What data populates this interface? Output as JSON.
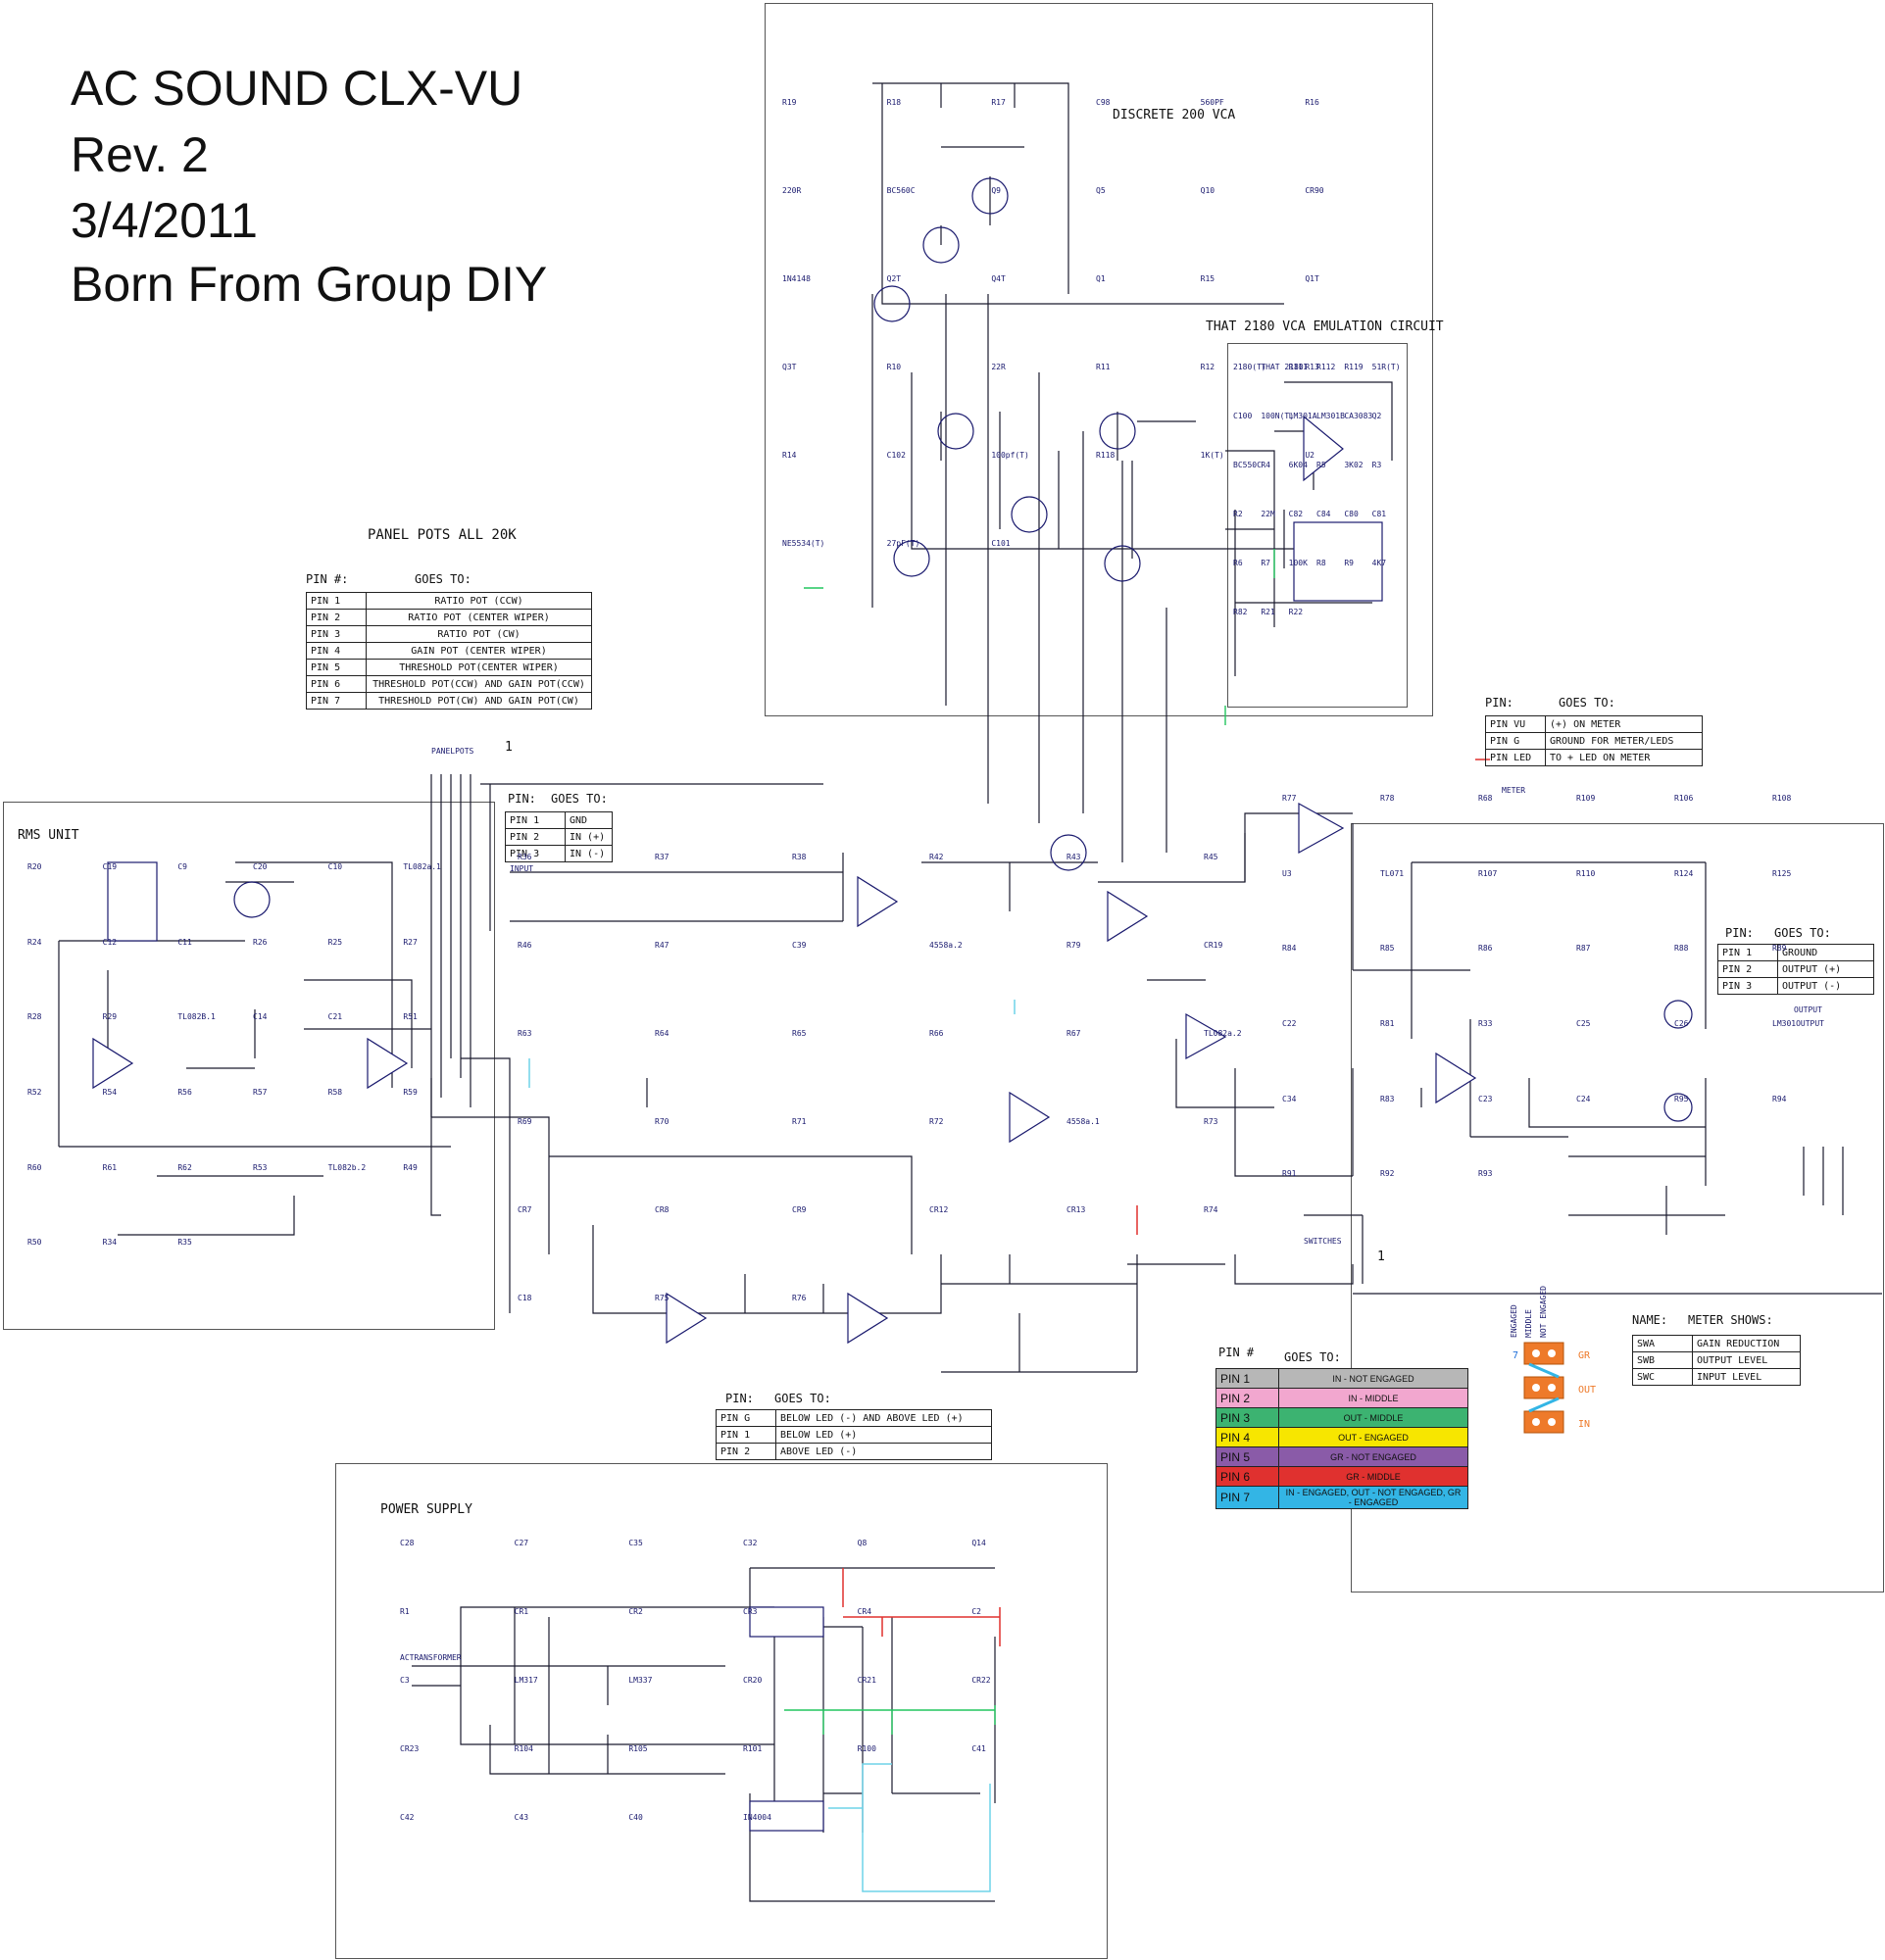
{
  "title": {
    "line1": "AC SOUND CLX-VU",
    "line2": "Rev. 2",
    "line3": "3/4/2011",
    "line4": "Born From Group DIY"
  },
  "sections": {
    "discrete_vca": "DISCRETE 200 VCA",
    "that2180": "THAT 2180 VCA EMULATION CIRCUIT",
    "panel_pots": "PANEL POTS ALL 20K",
    "rms_unit": "RMS UNIT",
    "power_supply": "POWER SUPPLY",
    "panelpots_conn": "PANELPOTS",
    "switches_conn": "SWITCHES",
    "input_conn": "INPUT",
    "output_conn": "OUTPUT",
    "meter_conn": "METER",
    "transformer": "ACTRANSFORMER",
    "pin_one": "1"
  },
  "panel_pots_table": {
    "h1": "PIN #:",
    "h2": "GOES TO:",
    "rows": [
      [
        "PIN 1",
        "RATIO POT (CCW)"
      ],
      [
        "PIN 2",
        "RATIO POT (CENTER WIPER)"
      ],
      [
        "PIN 3",
        "RATIO POT (CW)"
      ],
      [
        "PIN 4",
        "GAIN POT (CENTER WIPER)"
      ],
      [
        "PIN 5",
        "THRESHOLD POT(CENTER WIPER)"
      ],
      [
        "PIN 6",
        "THRESHOLD POT(CCW) AND GAIN POT(CCW)"
      ],
      [
        "PIN 7",
        "THRESHOLD POT(CW) AND  GAIN POT(CW)"
      ]
    ]
  },
  "input_table": {
    "h1": "PIN:",
    "h2": "GOES TO:",
    "rows": [
      [
        "PIN 1",
        "GND"
      ],
      [
        "PIN 2",
        "IN (+)"
      ],
      [
        "PIN 3",
        "IN (-)"
      ]
    ]
  },
  "meter_table": {
    "h1": "PIN:",
    "h2": "GOES TO:",
    "rows": [
      [
        "PIN VU",
        "(+) ON METER"
      ],
      [
        "PIN G",
        "GROUND FOR METER/LEDS"
      ],
      [
        "PIN LED",
        "TO + LED ON METER"
      ]
    ]
  },
  "output_table": {
    "h1": "PIN:",
    "h2": "GOES TO:",
    "rows": [
      [
        "PIN 1",
        "GROUND"
      ],
      [
        "PIN 2",
        "OUTPUT (+)"
      ],
      [
        "PIN 3",
        "OUTPUT (-)"
      ]
    ]
  },
  "led_table": {
    "h1": "PIN:",
    "h2": "GOES TO:",
    "rows": [
      [
        "PIN G",
        "BELOW LED (-) AND ABOVE LED (+)"
      ],
      [
        "PIN 1",
        "BELOW LED (+)"
      ],
      [
        "PIN 2",
        "ABOVE LED (-)"
      ]
    ]
  },
  "meter_shows_table": {
    "h1": "NAME:",
    "h2": "METER SHOWS:",
    "rows": [
      [
        "SWA",
        "GAIN REDUCTION"
      ],
      [
        "SWB",
        "OUTPUT LEVEL"
      ],
      [
        "SWC",
        "INPUT LEVEL"
      ]
    ]
  },
  "switch_table": {
    "h1": "PIN #",
    "h2": "GOES TO:",
    "rows": [
      {
        "pin": "PIN 1",
        "to": "IN - NOT ENGAGED",
        "color": "#b7b7b7"
      },
      {
        "pin": "PIN 2",
        "to": "IN - MIDDLE",
        "color": "#f2a7cf"
      },
      {
        "pin": "PIN 3",
        "to": "OUT - MIDDLE",
        "color": "#3cb371"
      },
      {
        "pin": "PIN 4",
        "to": "OUT - ENGAGED",
        "color": "#f7e600"
      },
      {
        "pin": "PIN 5",
        "to": "GR - NOT ENGAGED",
        "color": "#8a5ba8"
      },
      {
        "pin": "PIN 6",
        "to": "GR - MIDDLE",
        "color": "#e0312f"
      },
      {
        "pin": "PIN 7",
        "to": "IN - ENGAGED, OUT - NOT ENGAGED, GR - ENGAGED",
        "color": "#33b5e5"
      }
    ]
  },
  "switch_diagram": {
    "top_labels": [
      "ENGAGED",
      "MIDDLE",
      "NOT ENGAGED"
    ],
    "pin7": "7",
    "rows": [
      "GR",
      "OUT",
      "IN"
    ]
  },
  "components": [
    "R19",
    "R18",
    "R17",
    "C98",
    "560PF",
    "R16",
    "220R",
    "BC560C",
    "Q9",
    "Q5",
    "Q10",
    "CR90",
    "1N4148",
    "Q2T",
    "Q4T",
    "Q1",
    "R15",
    "Q1T",
    "Q3T",
    "R10",
    "22R",
    "R11",
    "R12",
    "R13",
    "R14",
    "C102",
    "100pf(T)",
    "R118",
    "1K(T)",
    "U2",
    "NE5534(T)",
    "27pF(T)",
    "C101",
    "2180(T)",
    "THAT 2180",
    "R111",
    "R112",
    "R119",
    "51R(T)",
    "C100",
    "100N(T)",
    "LM301A",
    "LM301B",
    "CA3083",
    "Q2",
    "BC550C",
    "R4",
    "6K04",
    "R5",
    "3K02",
    "R3",
    "R2",
    "22M",
    "C82",
    "C84",
    "C80",
    "C81",
    "R6",
    "R7",
    "100K",
    "R8",
    "R9",
    "4K7",
    "R82",
    "R21",
    "R22",
    "R20",
    "C19",
    "C9",
    "C20",
    "C10",
    "TL082a.1",
    "R24",
    "C12",
    "C11",
    "R26",
    "R25",
    "R27",
    "R28",
    "R29",
    "TL082B.1",
    "C14",
    "C21",
    "R51",
    "R52",
    "R54",
    "R56",
    "R57",
    "R58",
    "R59",
    "R60",
    "R61",
    "R62",
    "R53",
    "TL082b.2",
    "R49",
    "R50",
    "R34",
    "R35",
    "R36",
    "R37",
    "R38",
    "R42",
    "R43",
    "R45",
    "R46",
    "R47",
    "C39",
    "4558a.2",
    "R79",
    "CR19",
    "R63",
    "R64",
    "R65",
    "R66",
    "R67",
    "TL082a.2",
    "R69",
    "R70",
    "R71",
    "R72",
    "4558a.1",
    "R73",
    "CR7",
    "CR8",
    "CR9",
    "CR12",
    "CR13",
    "R74",
    "C18",
    "R75",
    "R76",
    "R77",
    "R78",
    "R68",
    "R109",
    "R106",
    "R108",
    "U3",
    "TL071",
    "R107",
    "R110",
    "R124",
    "R125",
    "R84",
    "R85",
    "R86",
    "R87",
    "R88",
    "R89",
    "C22",
    "R81",
    "R33",
    "C25",
    "C26",
    "LM301OUTPUT",
    "C34",
    "R83",
    "C23",
    "C24",
    "R95",
    "R94",
    "R91",
    "R92",
    "R93",
    "C28",
    "C27",
    "C35",
    "C32",
    "Q8",
    "Q14",
    "R1",
    "CR1",
    "CR2",
    "CR3",
    "CR4",
    "C2",
    "C3",
    "LM317",
    "LM337",
    "CR20",
    "CR21",
    "CR22",
    "CR23",
    "R104",
    "R105",
    "R101",
    "R100",
    "C41",
    "C42",
    "C43",
    "C40",
    "IN4004"
  ]
}
